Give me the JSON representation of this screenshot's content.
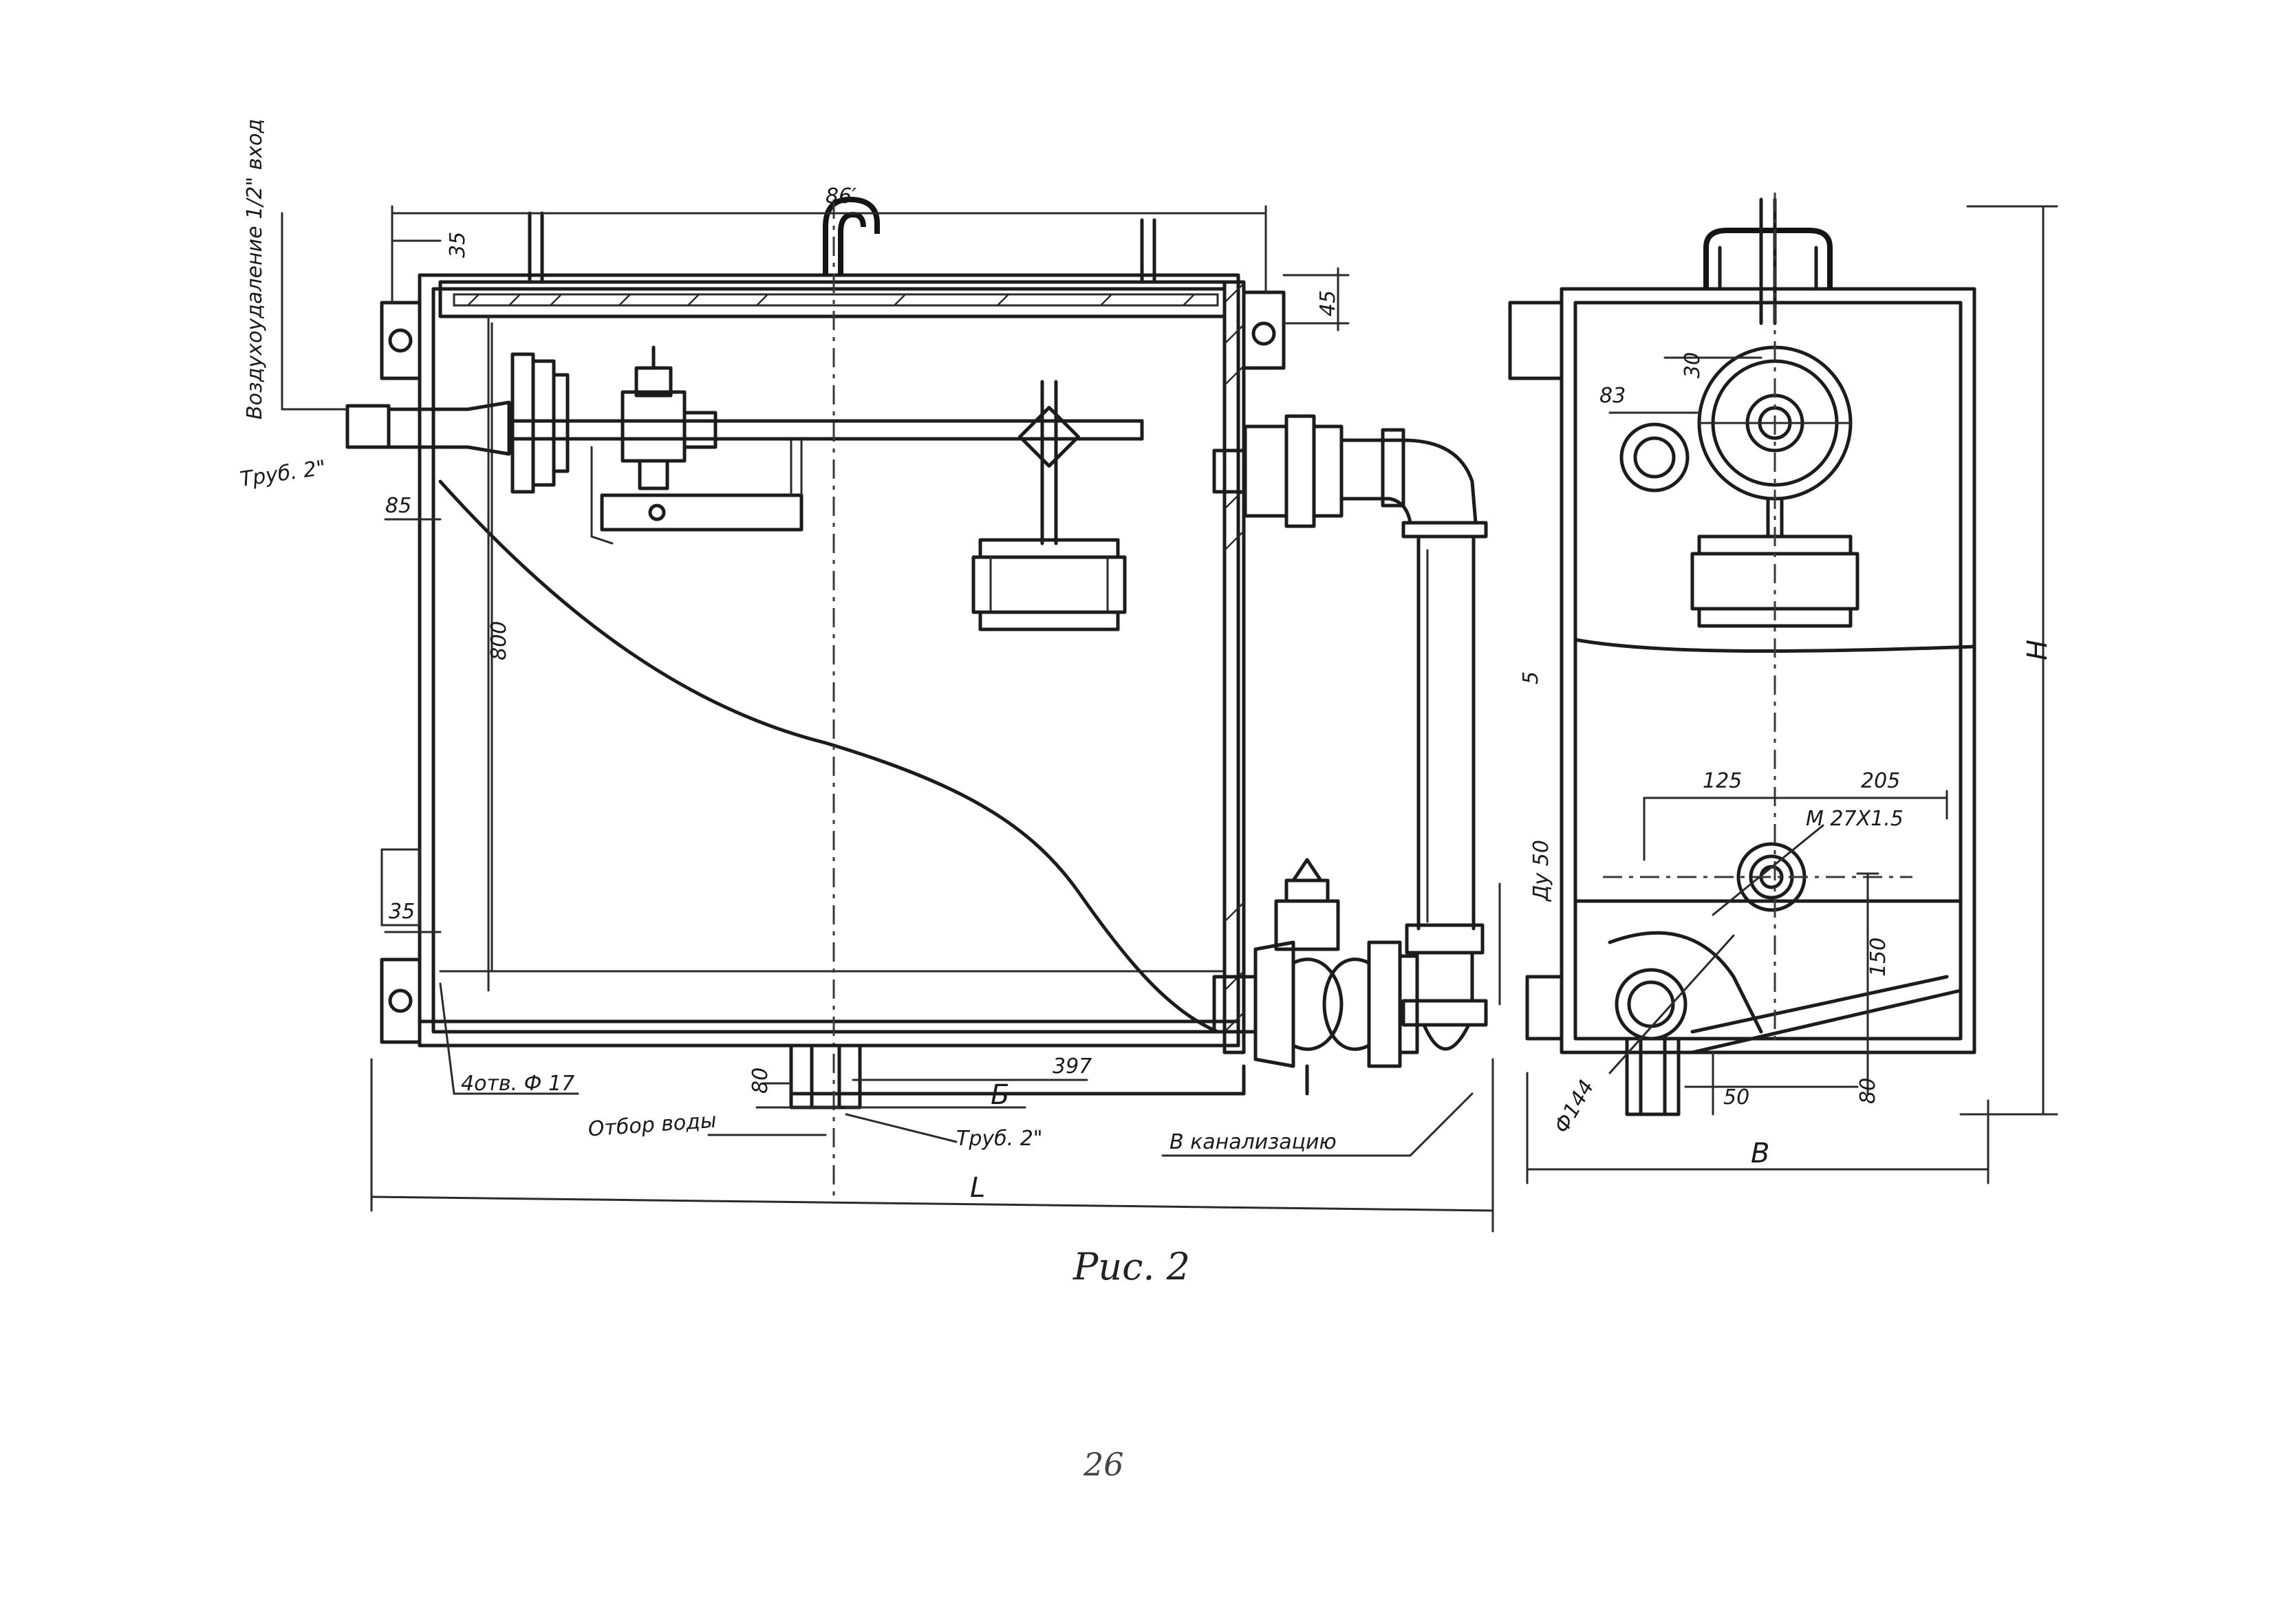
{
  "labels": {
    "dim_top_width": "86′",
    "dim_35_top": "35",
    "dim_45": "45",
    "air_vent": "Воздухоудаление 1/2\" вход",
    "pipe_2_left": "Труб. 2\"",
    "dim_85": "85",
    "dim_800": "800",
    "dim_35_bottom": "35",
    "holes": "4отв. Ф 17",
    "water_intake": "Отбор воды",
    "dim_80_left": "80",
    "dim_397": "397",
    "dim_b": "Б",
    "pipe_2_bottom": "Труб. 2\"",
    "drain": "В канализацию",
    "dim_L": "L",
    "du50": "Ду 50",
    "dim_5": "5",
    "dim_83": "83",
    "dim_30": "30",
    "dim_H": "H",
    "dim_125": "125",
    "dim_205": "205",
    "thread": "М 27Х1.5",
    "dim_150": "150",
    "dim_phi44": "Ф144",
    "dim_50": "50",
    "dim_80_right": "80",
    "dim_B": "В",
    "caption": "Рис. 2",
    "page_number": "26"
  }
}
